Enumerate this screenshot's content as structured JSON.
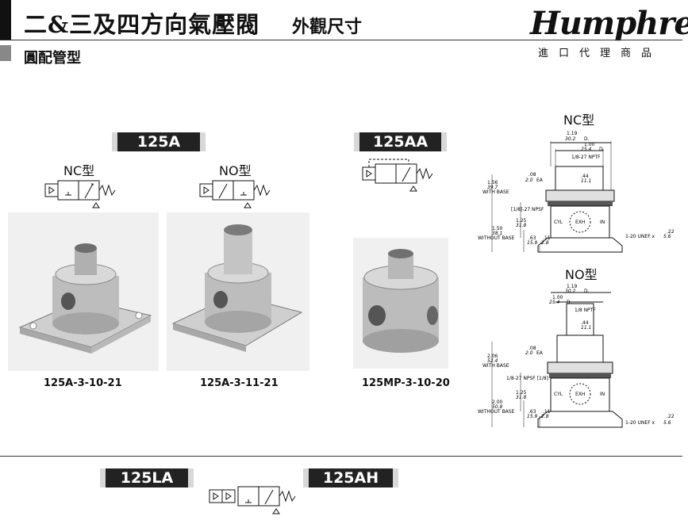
{
  "header": {
    "title": "二&三及四方向氣壓閥",
    "subtitle": "外觀尺寸",
    "section": "圓配管型",
    "brand": "Humphrey",
    "agent": "進口代理商品"
  },
  "models": [
    {
      "label": "125A",
      "types": [
        "NC型",
        "NO型"
      ],
      "products": [
        {
          "caption": "125A-3-10-21"
        },
        {
          "caption": "125A-3-11-21"
        }
      ]
    },
    {
      "label": "125AA",
      "products": [
        {
          "caption": "125MP-3-10-20"
        }
      ]
    }
  ],
  "drawings": {
    "nc": {
      "title": "NC型",
      "dims": {
        "top1": "1.19",
        "top1_mm": "30.2",
        "d1": "D.",
        "top2": "1.00",
        "top2_mm": "25.4",
        "d2": "D.",
        "port_top": "1/8-27 NPTF",
        "ea": ".08",
        "ea_mm": "2.0",
        "ea_lbl": "EA",
        "w44": ".44",
        "w44_mm": "11.1",
        "withbase": "1.56",
        "withbase_mm": "39.7",
        "withbase_lbl": "WITH BASE",
        "npsf": "[1/8]-27 NPSF",
        "h125": "1.25",
        "h125_mm": "31.8",
        "cyl": "CYL",
        "exh": "EXH",
        "in": "IN",
        "without": "1.50",
        "without_mm": "38.1",
        "without_lbl": "WITHOUT BASE",
        "h63": ".63",
        "h63_mm": "15.9",
        "h11": ".11",
        "h11_mm": "2.8",
        "thread": "1-20 UNEF x",
        "thread_in": ".22",
        "thread_mm": "5.6"
      }
    },
    "no": {
      "title": "NO型",
      "dims": {
        "top1": "1.19",
        "top1_mm": "30.2",
        "d1": "D.",
        "top2": "1.00",
        "top2_mm": "25.4",
        "d2": "D.",
        "port_top": "1/8 NPTF",
        "ea": ".08",
        "ea_mm": "2.0",
        "ea_lbl": "EA",
        "w44": ".44",
        "w44_mm": "11.1",
        "withbase": "2.06",
        "withbase_mm": "52.4",
        "withbase_lbl": "WITH BASE",
        "npsf": "1/8-27 NPSF [1/8]",
        "h125": "1.25",
        "h125_mm": "31.8",
        "cyl": "CYL",
        "exh": "EXH",
        "in": "IN",
        "without": "2.00",
        "without_mm": "50.8",
        "without_lbl": "WITHOUT BASE",
        "h63": ".63",
        "h63_mm": "15.9",
        "h11": ".11",
        "h11_mm": "2.8",
        "thread": "1-20 UNEF x",
        "thread_in": ".22",
        "thread_mm": "5.6"
      }
    }
  },
  "bottom": {
    "labels": [
      "125LA",
      "125AH"
    ]
  }
}
